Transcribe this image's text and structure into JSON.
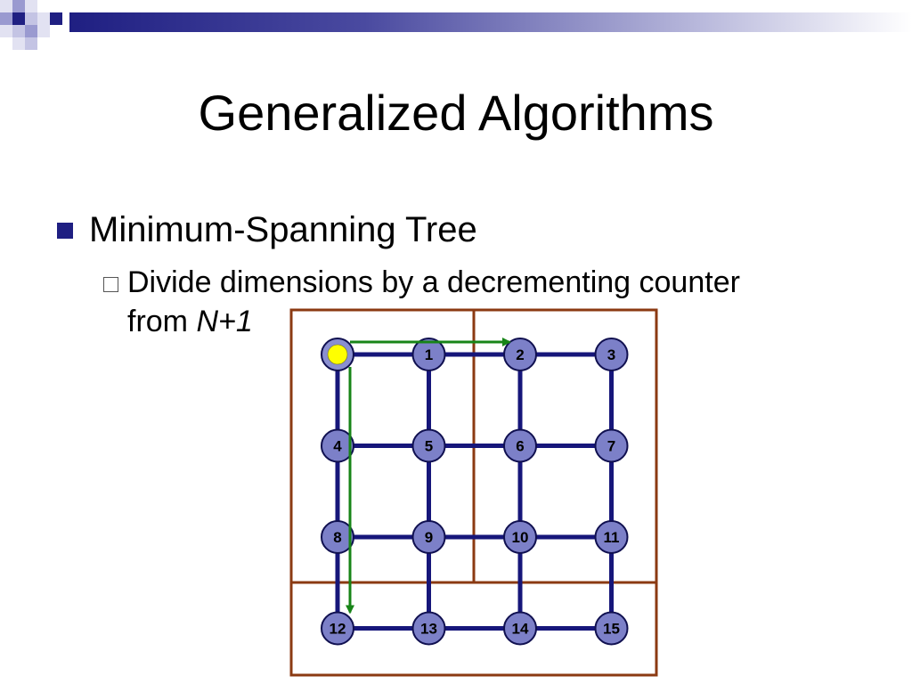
{
  "slide": {
    "title": "Generalized Algorithms",
    "bullet_1": "Minimum-Spanning Tree",
    "bullet_2_main": "Divide dimensions by a decrementing counter",
    "bullet_2_from": "from",
    "bullet_2_italic": "N+1"
  },
  "colors": {
    "theme_blue": "#1f1f82",
    "node_fill": "#7c80c8",
    "node_stroke": "#101050",
    "edge": "#16167a",
    "root_fill": "#ffff00",
    "partition": "#8b3a12",
    "tree_path": "#178417"
  },
  "diagram": {
    "grid_rows": 4,
    "grid_cols": 4,
    "root_index": 0,
    "nodes": [
      {
        "id": 0,
        "label": ""
      },
      {
        "id": 1,
        "label": "1"
      },
      {
        "id": 2,
        "label": "2"
      },
      {
        "id": 3,
        "label": "3"
      },
      {
        "id": 4,
        "label": "4"
      },
      {
        "id": 5,
        "label": "5"
      },
      {
        "id": 6,
        "label": "6"
      },
      {
        "id": 7,
        "label": "7"
      },
      {
        "id": 8,
        "label": "8"
      },
      {
        "id": 9,
        "label": "9"
      },
      {
        "id": 10,
        "label": "10"
      },
      {
        "id": 11,
        "label": "11"
      },
      {
        "id": 12,
        "label": "12"
      },
      {
        "id": 13,
        "label": "13"
      },
      {
        "id": 14,
        "label": "14"
      },
      {
        "id": 15,
        "label": "15"
      }
    ],
    "tree_arrows": [
      {
        "from": 0,
        "to": 2
      },
      {
        "from": 0,
        "to": 12
      }
    ]
  }
}
